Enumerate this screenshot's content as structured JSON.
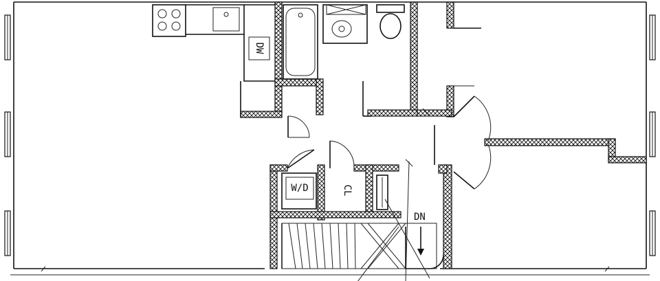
{
  "labels": {
    "dishwasher": "DW",
    "washer_dryer": "W/D",
    "closet": "CL",
    "stair_direction": "DN"
  },
  "colors": {
    "line": "#111111",
    "background": "#ffffff"
  }
}
